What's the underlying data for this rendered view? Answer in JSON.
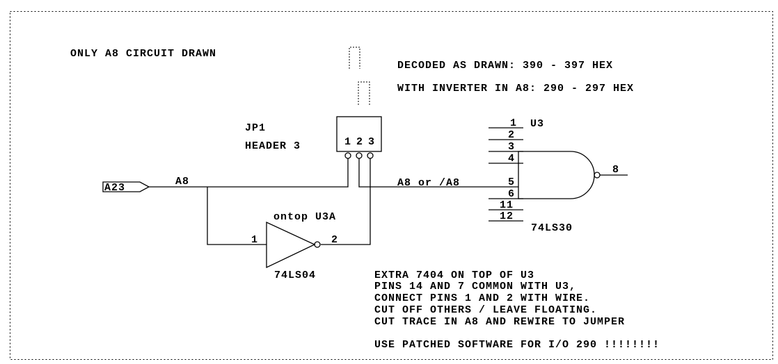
{
  "notes": {
    "scope": "ONLY A8 CIRCUIT DRAWN",
    "decoded": "DECODED AS DRAWN: 390 - 397 HEX",
    "with_inverter": "WITH INVERTER IN A8: 290 - 297 HEX"
  },
  "jumper": {
    "ref": "JP1",
    "type": "HEADER 3",
    "pins": [
      "1",
      "2",
      "3"
    ]
  },
  "signals": {
    "port": "A23",
    "net_a8": "A8",
    "net_a8_or": "A8 or /A8",
    "output": "8"
  },
  "inverter": {
    "label": "ontop U3A",
    "part": "74LS04",
    "pin_in": "1",
    "pin_out": "2"
  },
  "nand": {
    "ref": "U3",
    "part": "74LS30",
    "pins": [
      "1",
      "2",
      "3",
      "4",
      "5",
      "6",
      "11",
      "12"
    ]
  },
  "instructions": [
    "EXTRA 7404 ON TOP OF U3",
    "PINS 14 AND 7 COMMON WITH U3,",
    "CONNECT PINS 1 AND 2 WITH WIRE.",
    "CUT OFF OTHERS / LEAVE FLOATING.",
    "CUT TRACE IN A8 AND REWIRE TO JUMPER"
  ],
  "warning": "USE PATCHED SOFTWARE FOR I/O 290 !!!!!!!!"
}
